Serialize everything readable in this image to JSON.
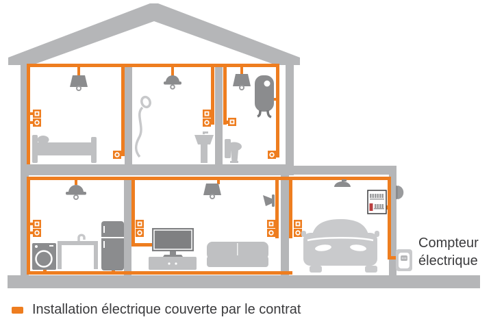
{
  "labels": {
    "meter": "Compteur électrique",
    "legend": "Installation électrique couverte par le contrat"
  },
  "colors": {
    "wiring_orange": "#EE7D1F",
    "wall_gray": "#B5B6B8",
    "furniture_gray": "#BFC0C2",
    "appliance_gray": "#8B8C8E",
    "car_gray": "#C9CACC",
    "breaker_red": "#B94040",
    "text": "#3A3A3C"
  },
  "house": {
    "floors": [
      {
        "name": "upper",
        "rooms": [
          {
            "name": "bedroom",
            "items": [
              "pendant-lamp-icon",
              "bed-icon",
              "light-switch-icon",
              "power-outlet-icon",
              "floor-outlet-icon"
            ]
          },
          {
            "name": "shower-room",
            "items": [
              "pendant-lamp-icon",
              "shower-icon",
              "pedestal-sink-icon",
              "light-switch-icon",
              "power-outlet-icon"
            ]
          },
          {
            "name": "wc-room",
            "items": [
              "pendant-lamp-icon",
              "toilet-icon",
              "water-heater-icon",
              "light-switch-icon",
              "floor-outlet-icon"
            ]
          }
        ]
      },
      {
        "name": "ground",
        "rooms": [
          {
            "name": "kitchen",
            "items": [
              "pendant-lamp-icon",
              "washing-machine-icon",
              "kitchen-sink-icon",
              "fridge-icon",
              "light-switch-icon",
              "power-outlet-icon"
            ]
          },
          {
            "name": "living-room",
            "items": [
              "pendant-lamp-icon",
              "wall-sconce-icon",
              "tv-icon",
              "tv-stand-icon",
              "sofa-icon",
              "light-switch-icon",
              "power-outlet-icon"
            ]
          },
          {
            "name": "garage",
            "items": [
              "ceiling-light-icon",
              "breaker-panel-icon",
              "car-icon",
              "exterior-light-icon",
              "electric-meter-icon",
              "light-switch-icon",
              "power-outlet-icon"
            ]
          }
        ]
      }
    ]
  }
}
